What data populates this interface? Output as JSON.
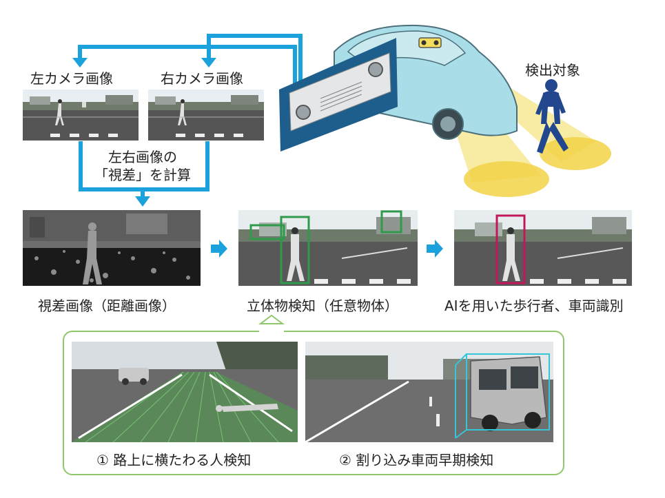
{
  "labels": {
    "left_camera": "左カメラ画像",
    "right_camera": "右カメラ画像",
    "parallax_line1": "左右画像の",
    "parallax_line2": "「視差」を計算",
    "detection_target": "検出対象",
    "disparity_image": "視差画像（距離画像）",
    "object_detection": "立体物検知（任意物体）",
    "ai_classification": "AIを用いた歩行者、車両識別",
    "case1": "① 路上に横たわる人検知",
    "case2": "② 割り込み車両早期検知"
  },
  "colors": {
    "flow_arrow": "#1ba1db",
    "box_green": "#2f9a4a",
    "box_magenta": "#c2185b",
    "box_cyan": "#35c6d8",
    "frame_green": "#8fc76a",
    "beam_yellow": "#f3dc5a",
    "pedestrian": "#23478f",
    "car_body": "#a9dde7",
    "camera_panel": "#1d5e8c"
  }
}
